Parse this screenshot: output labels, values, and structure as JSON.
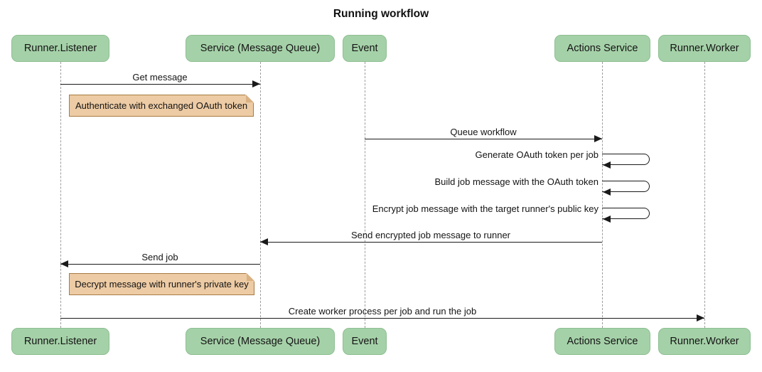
{
  "diagram_type": "sequence-diagram",
  "title": "Running workflow",
  "participants": [
    {
      "label": "Runner.Listener"
    },
    {
      "label": "Service (Message Queue)"
    },
    {
      "label": "Event"
    },
    {
      "label": "Actions Service"
    },
    {
      "label": "Runner.Worker"
    }
  ],
  "messages": [
    {
      "from": "Runner.Listener",
      "to": "Service (Message Queue)",
      "label": "Get message",
      "kind": "solid-arrow"
    },
    {
      "from": "Event",
      "to": "Actions Service",
      "label": "Queue workflow",
      "kind": "solid-arrow"
    },
    {
      "from": "Actions Service",
      "to": "Actions Service",
      "label": "Generate OAuth token per job",
      "kind": "self-loop"
    },
    {
      "from": "Actions Service",
      "to": "Actions Service",
      "label": "Build job message with the OAuth token",
      "kind": "self-loop"
    },
    {
      "from": "Actions Service",
      "to": "Actions Service",
      "label": "Encrypt job message with the target runner's public key",
      "kind": "self-loop"
    },
    {
      "from": "Actions Service",
      "to": "Service (Message Queue)",
      "label": "Send encrypted job message to runner",
      "kind": "solid-arrow"
    },
    {
      "from": "Service (Message Queue)",
      "to": "Runner.Listener",
      "label": "Send job",
      "kind": "solid-arrow"
    },
    {
      "from": "Runner.Listener",
      "to": "Runner.Worker",
      "label": "Create worker process per job and run the job",
      "kind": "solid-arrow"
    }
  ],
  "notes": [
    {
      "anchor": "Runner.Listener",
      "label": "Authenticate with exchanged OAuth token"
    },
    {
      "anchor": "Runner.Listener",
      "label": "Decrypt message with runner's private key"
    }
  ],
  "colors": {
    "background": "#ffffff",
    "actor_fill": "#a5d1a8",
    "actor_border": "#8dbf92",
    "note_fill": "#edcba4",
    "note_border": "#a87b42",
    "message_line": "#1a1a1a",
    "lifeline": "#9c9c9c",
    "text": "#141414"
  }
}
